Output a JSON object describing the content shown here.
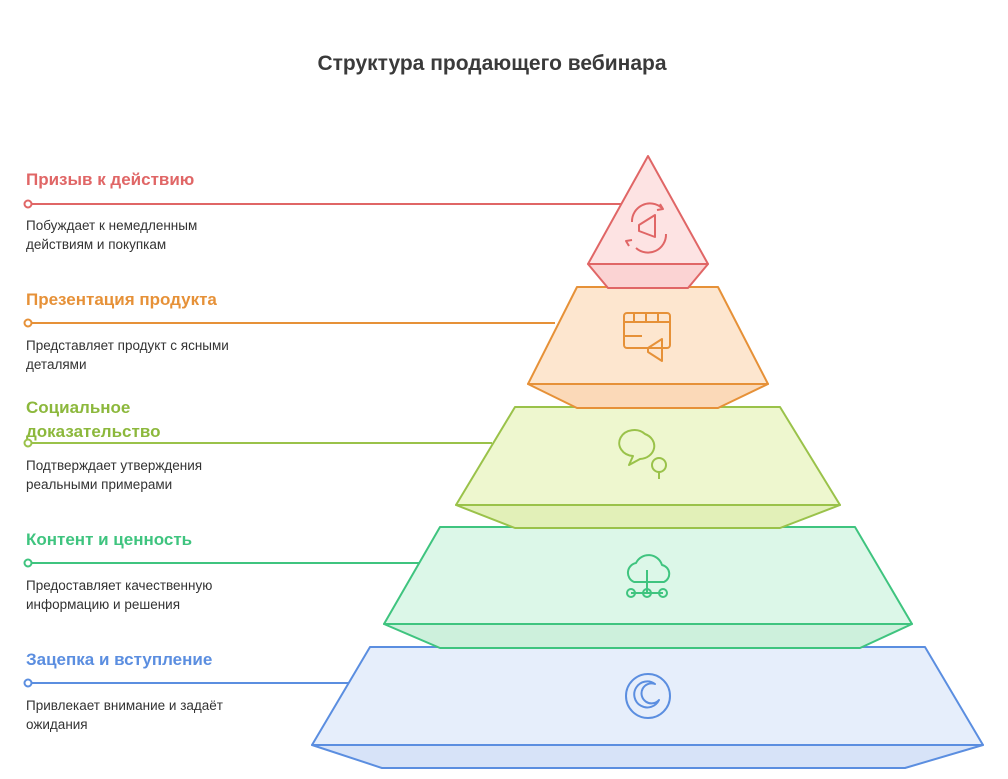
{
  "title": "Структура продающего вебинара",
  "levels": [
    {
      "title": "Призыв к действию",
      "description_lines": [
        "Побуждает к немедленным",
        "действиям и покупкам"
      ],
      "icon": "megaphone-refresh-icon",
      "stroke": "#e06666",
      "fill": "#fde3e3"
    },
    {
      "title": "Презентация продукта",
      "description_lines": [
        "Представляет продукт с ясными",
        "деталями"
      ],
      "icon": "presentation-megaphone-icon",
      "stroke": "#e69138",
      "fill": "#fde6cf"
    },
    {
      "title_lines": [
        "Социальное",
        "доказательство"
      ],
      "description_lines": [
        "Подтверждает утверждения",
        "реальными примерами"
      ],
      "icon": "chat-bubbles-icon",
      "stroke": "#9ac24a",
      "fill": "#eef7cf"
    },
    {
      "title": "Контент и ценность",
      "description_lines": [
        "Предоставляет качественную",
        "информацию и решения"
      ],
      "icon": "cloud-network-icon",
      "stroke": "#3fc47f",
      "fill": "#dcf7e8"
    },
    {
      "title": "Зацепка и вступление",
      "description_lines": [
        "Привлекает внимание и задаёт",
        "ожидания"
      ],
      "icon": "hook-circle-icon",
      "stroke": "#5b8ee0",
      "fill": "#e6eefb"
    }
  ]
}
